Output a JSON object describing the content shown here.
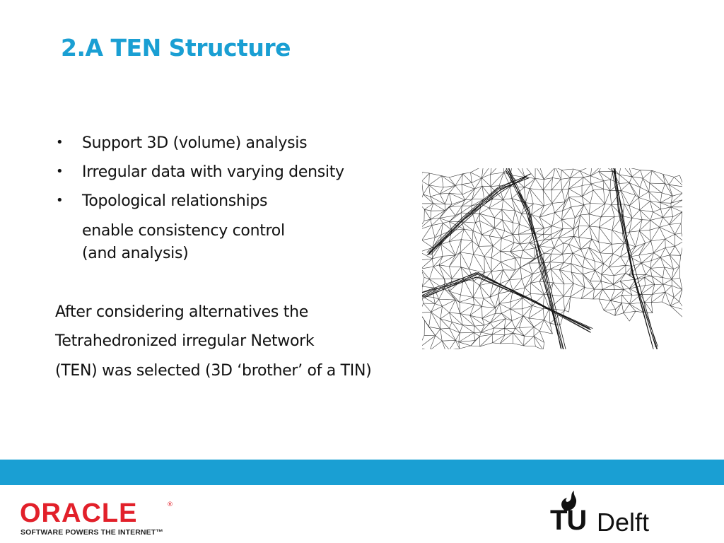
{
  "slide": {
    "title": "2.A TEN Structure",
    "bullets": [
      "Support 3D (volume) analysis",
      "Irregular data with varying density",
      "Topological relationships"
    ],
    "bullet_marker": "•",
    "sub_lines": [
      "enable consistency control",
      "(and analysis)"
    ],
    "paragraph": [
      "After considering alternatives the",
      "Tetrahedronized irregular Network",
      "(TEN) was selected (3D ‘brother’ of a TIN)"
    ]
  },
  "footer": {
    "band_color": "#1a9fd3",
    "oracle": {
      "wordmark": "ORACLE",
      "registered": "®",
      "tagline": "SOFTWARE POWERS THE INTERNET™",
      "color": "#e2202a"
    },
    "tudelft": {
      "tu": "TU",
      "delft": "Delft"
    }
  },
  "colors": {
    "title": "#1a9fd3",
    "text": "#111111"
  }
}
